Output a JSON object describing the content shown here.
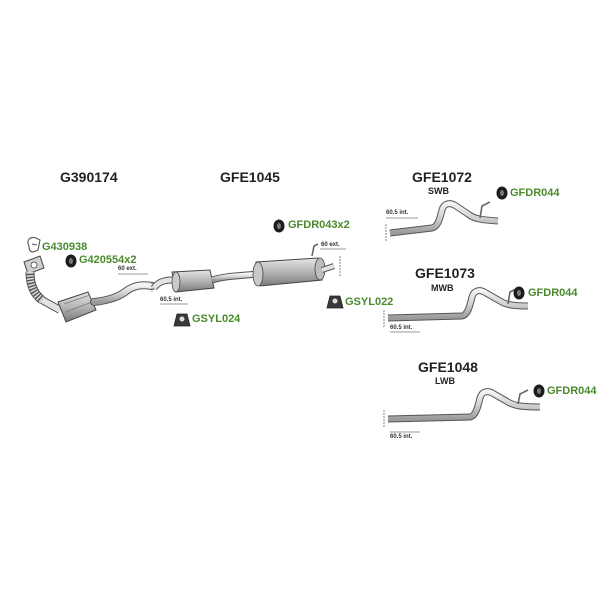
{
  "colors": {
    "accessory": "#4a8a2c",
    "part_code": "#222222",
    "line": "#555555"
  },
  "parts": [
    {
      "code": "G390174"
    },
    {
      "code": "GFE1045"
    },
    {
      "code": "GFE1072",
      "variant": "SWB"
    },
    {
      "code": "GFE1073",
      "variant": "MWB"
    },
    {
      "code": "GFE1048",
      "variant": "LWB"
    }
  ],
  "accessories": [
    {
      "code": "G430938",
      "icon": "clamp-icon"
    },
    {
      "code": "G420554x2",
      "icon": "rubber-ring-icon"
    },
    {
      "code": "GSYL024",
      "icon": "mounting-bracket-icon"
    },
    {
      "code": "GFDR043x2",
      "icon": "rubber-ring-icon"
    },
    {
      "code": "GSYL022",
      "icon": "mounting-bracket-icon"
    },
    {
      "code": "GFDR044",
      "icon": "rubber-ring-icon"
    },
    {
      "code": "GFDR044",
      "icon": "rubber-ring-icon"
    },
    {
      "code": "GFDR044",
      "icon": "rubber-ring-icon"
    }
  ],
  "dimensions": [
    {
      "label": "60 ext."
    },
    {
      "label": "60.5 int."
    },
    {
      "label": "60 ext."
    },
    {
      "label": "60.5 int."
    },
    {
      "label": "60.5 int."
    },
    {
      "label": "60.5 int."
    }
  ]
}
